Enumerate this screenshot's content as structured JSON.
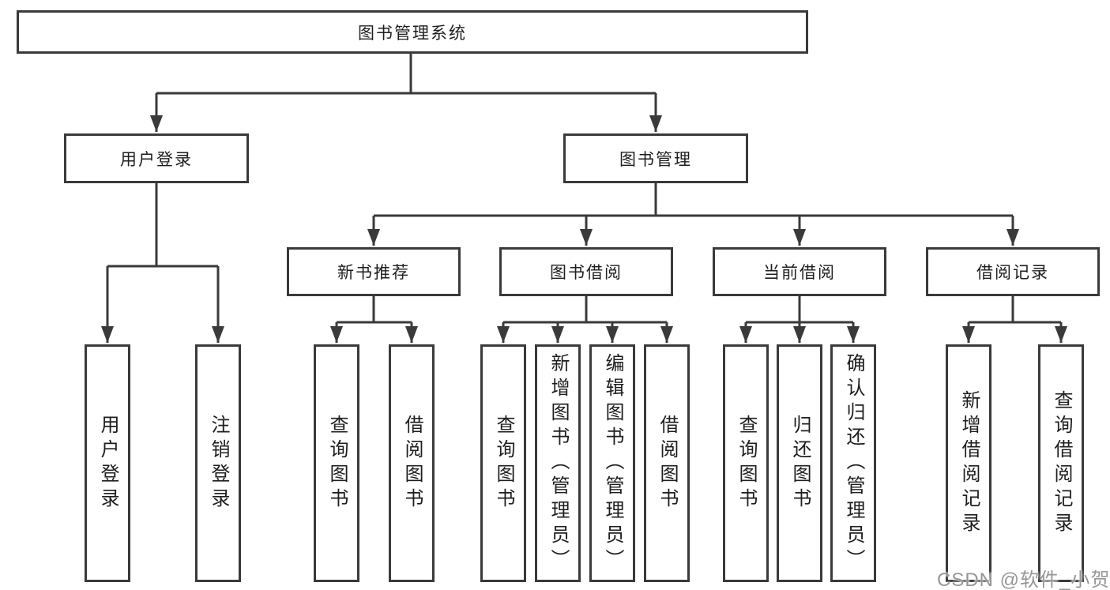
{
  "tree": {
    "label": "图书管理系统",
    "children": [
      {
        "label": "用户登录",
        "children": [
          {
            "label": "用户登录"
          },
          {
            "label": "注销登录"
          }
        ]
      },
      {
        "label": "图书管理",
        "children": [
          {
            "label": "新书推荐",
            "children": [
              {
                "label": "查询图书"
              },
              {
                "label": "借阅图书"
              }
            ]
          },
          {
            "label": "图书借阅",
            "children": [
              {
                "label": "查询图书"
              },
              {
                "label": "新增图书（管理员）"
              },
              {
                "label": "编辑图书（管理员）"
              },
              {
                "label": "借阅图书"
              }
            ]
          },
          {
            "label": "当前借阅",
            "children": [
              {
                "label": "查询图书"
              },
              {
                "label": "归还图书"
              },
              {
                "label": "确认归还（管理员）"
              }
            ]
          },
          {
            "label": "借阅记录",
            "children": [
              {
                "label": "新增借阅记录"
              },
              {
                "label": "查询借阅记录"
              }
            ]
          }
        ]
      }
    ]
  },
  "watermark": {
    "text": "CSDN @软件_小贺同学"
  },
  "colors": {
    "line": "#3a3a3a",
    "text": "#1e1e1e",
    "background": "#ffffff",
    "watermark_text": "#969696"
  }
}
